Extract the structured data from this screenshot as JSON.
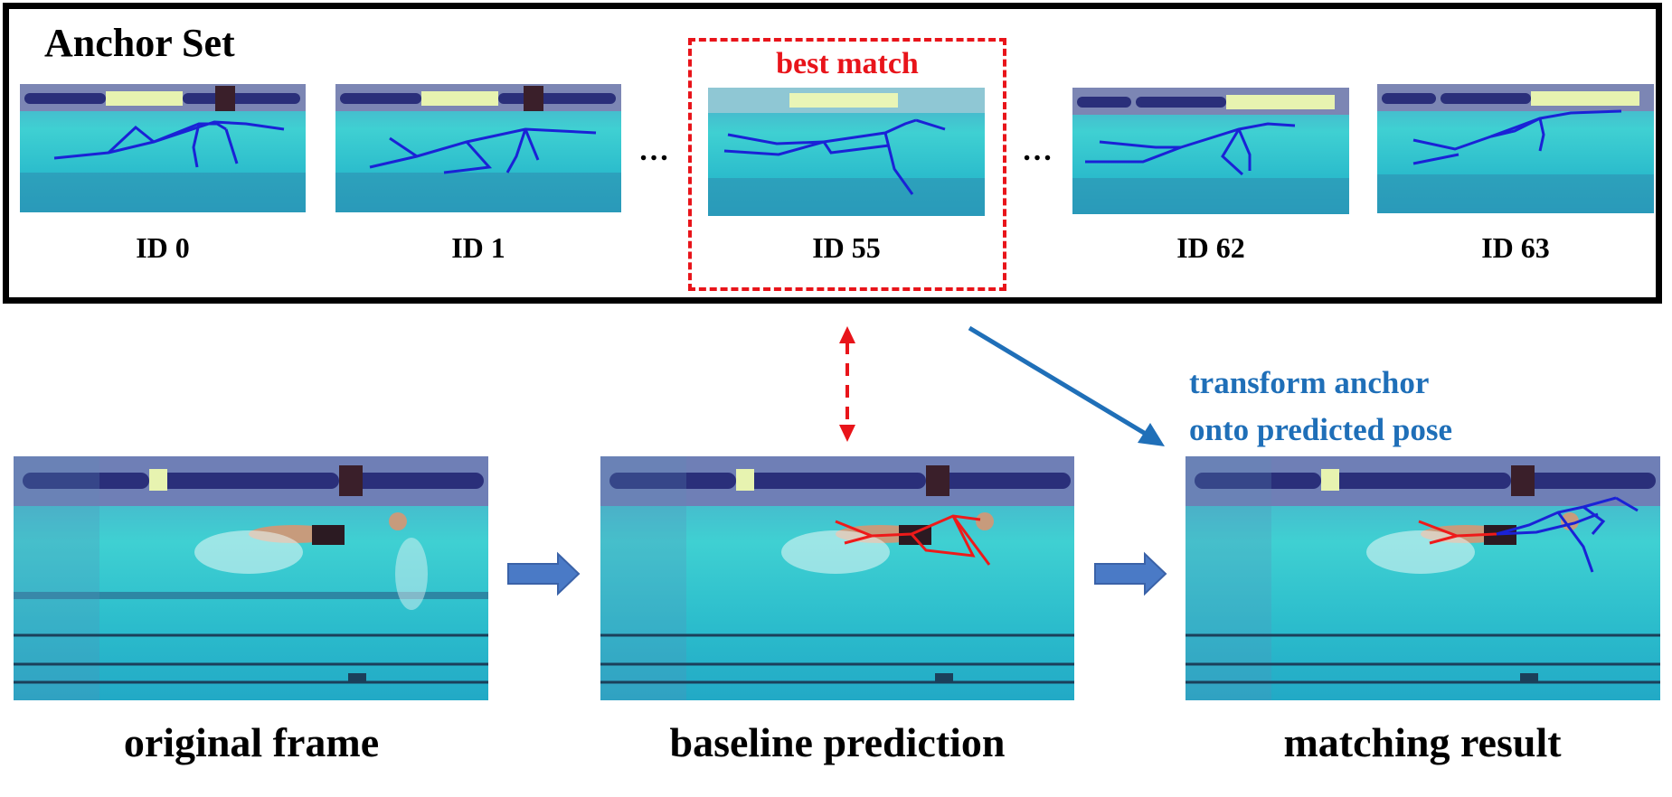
{
  "anchor_set": {
    "title": "Anchor Set",
    "items": [
      {
        "id_label": "ID 0"
      },
      {
        "id_label": "ID 1"
      },
      {
        "id_label": "ID 55"
      },
      {
        "id_label": "ID 62"
      },
      {
        "id_label": "ID 63"
      }
    ],
    "ellipsis": [
      "…",
      "…"
    ],
    "best_match_label": "best match"
  },
  "transform_annotation": {
    "line1": "transform  anchor",
    "line2": "onto predicted pose"
  },
  "pipeline": {
    "captions": [
      "original frame",
      "baseline prediction",
      "matching result"
    ]
  },
  "colors": {
    "pool_water": "#3fc9cf",
    "lane_rope": "#2a2f7a",
    "anchor_pose": "#1a22d6",
    "predicted_pose": "#ee1a1a",
    "highlight": "#e8141a",
    "annotation_arrow": "#1f6fb8",
    "flow_arrow": "#4a7ac6"
  }
}
